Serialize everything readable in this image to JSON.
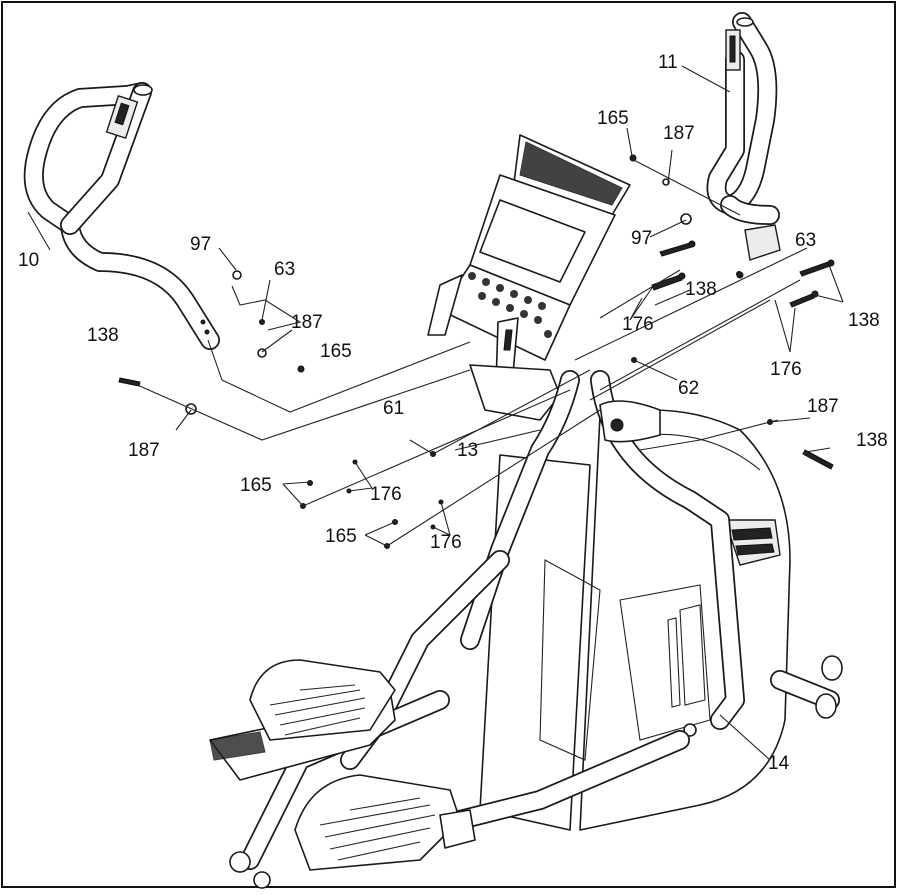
{
  "labels": [
    {
      "text": "10"
    },
    {
      "text": "11"
    },
    {
      "text": "165"
    },
    {
      "text": "187"
    },
    {
      "text": "97"
    },
    {
      "text": "63"
    },
    {
      "text": "187"
    },
    {
      "text": "165"
    },
    {
      "text": "138"
    },
    {
      "text": "187"
    },
    {
      "text": "97"
    },
    {
      "text": "63"
    },
    {
      "text": "138"
    },
    {
      "text": "138"
    },
    {
      "text": "176"
    },
    {
      "text": "176"
    },
    {
      "text": "62"
    },
    {
      "text": "61"
    },
    {
      "text": "13"
    },
    {
      "text": "187"
    },
    {
      "text": "138"
    },
    {
      "text": "165"
    },
    {
      "text": "176"
    },
    {
      "text": "165"
    },
    {
      "text": "176"
    },
    {
      "text": "14"
    }
  ]
}
